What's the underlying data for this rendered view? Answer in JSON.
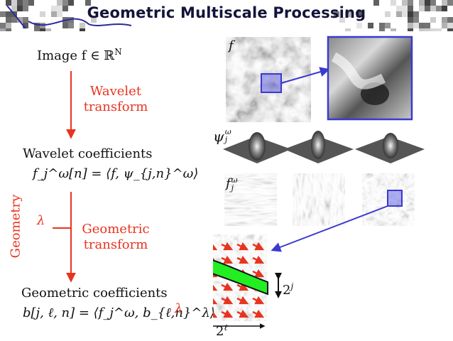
{
  "title": "Geometric Multiscale Processing",
  "left": {
    "image_label": "Image f ∈ ℝ",
    "image_label_sup": "N",
    "wavelet_transform": [
      "Wavelet",
      "transform"
    ],
    "wavelet_coefficients": "Wavelet coefficients",
    "wavelet_formula": "f_j^ω[n] = ⟨f, ψ_{j,n}^ω⟩",
    "geometry_label": "Geometry",
    "lambda_label": "λ",
    "geometric_transform": [
      "Geometric",
      "transform"
    ],
    "geometric_coefficients": "Geometric coefficients",
    "geometric_formula": "b[j, ℓ, n] = ⟨f_j^ω, b_{ℓ,n}^λ⟩"
  },
  "right": {
    "f_label": "f",
    "psi_label": "ψ",
    "psi_sup": "ω",
    "psi_sub": "j",
    "fj_label": "f",
    "fj_sup": "ω",
    "fj_sub": "j",
    "scale_2j": "2",
    "scale_2j_sup": "j",
    "scale_2l": "2",
    "scale_2l_sup": "ℓ",
    "lambda_label": "λ"
  },
  "colors": {
    "accent_red": "#e8341f",
    "highlight_blue": "#3a3ad0",
    "band_green": "#22ee22",
    "title_color": "#14143a"
  }
}
